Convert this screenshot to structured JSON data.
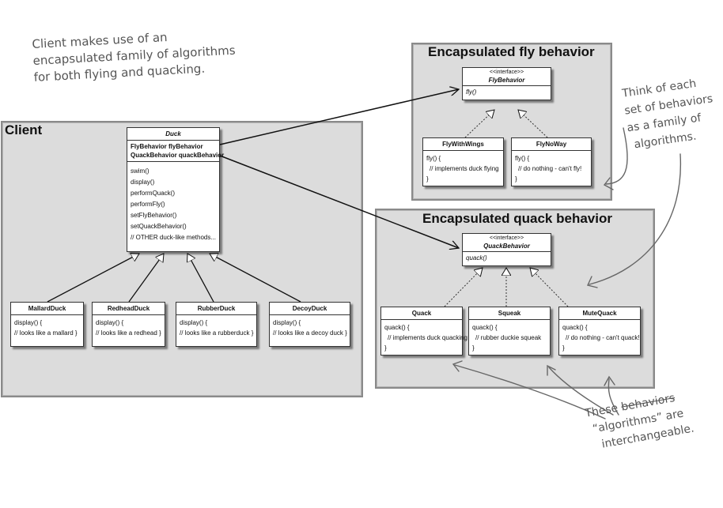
{
  "annotations": {
    "top_left": [
      "Client makes use of an",
      "encapsulated family of algorithms",
      "for both flying and quacking."
    ],
    "right": [
      "Think of each",
      "set of behaviors",
      "as a family of",
      "algorithms."
    ],
    "bottom_right": {
      "strike": "behaviors",
      "lines": [
        "These",
        "“algorithms” are",
        "interchangeable."
      ]
    }
  },
  "client": {
    "title": "Client",
    "duck": {
      "name": "Duck",
      "attributes": [
        "FlyBehavior flyBehavior",
        "QuackBehavior quackBehavior"
      ],
      "methods": [
        "swim()",
        "display()",
        "performQuack()",
        "performFly()",
        "setFlyBehavior()",
        "setQuackBehavior()",
        "// OTHER duck-like methods..."
      ]
    },
    "subclasses": [
      {
        "name": "MallardDuck",
        "code": [
          "display() {",
          "// looks like a mallard }"
        ]
      },
      {
        "name": "RedheadDuck",
        "code": [
          "display() {",
          "// looks like a redhead }"
        ]
      },
      {
        "name": "RubberDuck",
        "code": [
          "display() {",
          "// looks like a rubberduck }"
        ]
      },
      {
        "name": "DecoyDuck",
        "code": [
          "display() {",
          "// looks like a decoy duck }"
        ]
      }
    ]
  },
  "fly": {
    "title": "Encapsulated fly behavior",
    "interface": {
      "stereotype": "<<interface>>",
      "name": "FlyBehavior",
      "method": "fly()"
    },
    "impls": [
      {
        "name": "FlyWithWings",
        "code": [
          "fly() {",
          "// implements duck flying",
          "}"
        ]
      },
      {
        "name": "FlyNoWay",
        "code": [
          "fly() {",
          "// do nothing - can't fly!",
          "}"
        ]
      }
    ]
  },
  "quack": {
    "title": "Encapsulated quack behavior",
    "interface": {
      "stereotype": "<<interface>>",
      "name": "QuackBehavior",
      "method": "quack()"
    },
    "impls": [
      {
        "name": "Quack",
        "code": [
          "quack() {",
          "// implements duck quacking",
          "}"
        ]
      },
      {
        "name": "Squeak",
        "code": [
          "quack() {",
          "// rubber duckie squeak",
          "}"
        ]
      },
      {
        "name": "MuteQuack",
        "code": [
          "quack() {",
          "// do nothing - can't quack!",
          "}"
        ]
      }
    ]
  }
}
